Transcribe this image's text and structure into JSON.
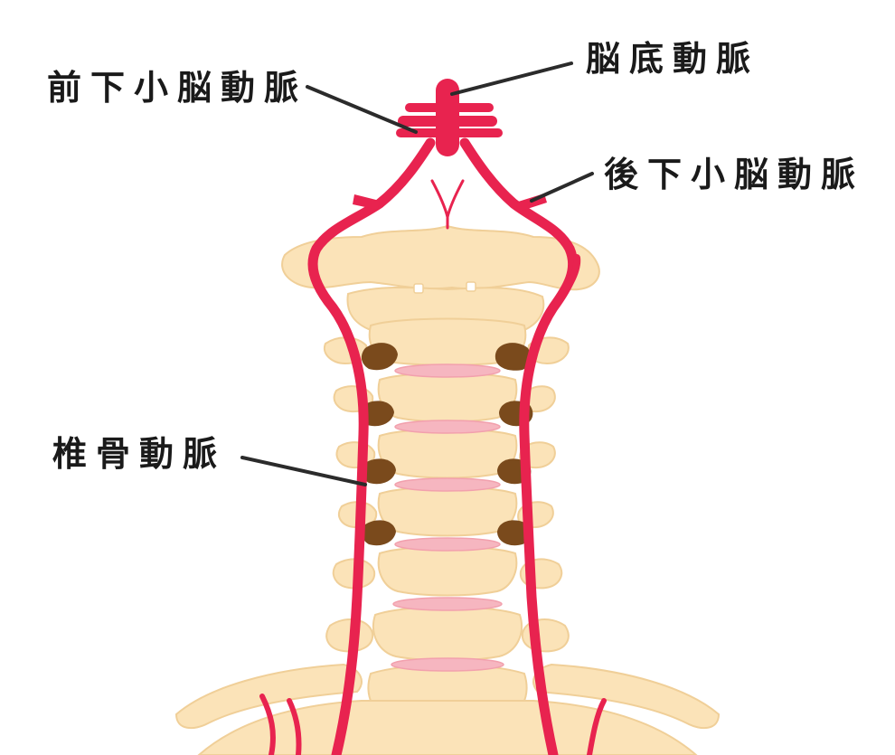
{
  "labels": {
    "anterior_inferior_cerebellar_artery": "前下小脳動脈",
    "basilar_artery": "脳底動脈",
    "posterior_inferior_cerebellar_artery": "後下小脳動脈",
    "vertebral_artery": "椎骨動脈"
  },
  "colors": {
    "artery": "#e8234f",
    "bone": "#fbe3b8",
    "bone_outline": "#f0cf98",
    "disc": "#f6b6c0",
    "foramen": "#7a4a1c",
    "leader_line": "#2b2b2b"
  }
}
